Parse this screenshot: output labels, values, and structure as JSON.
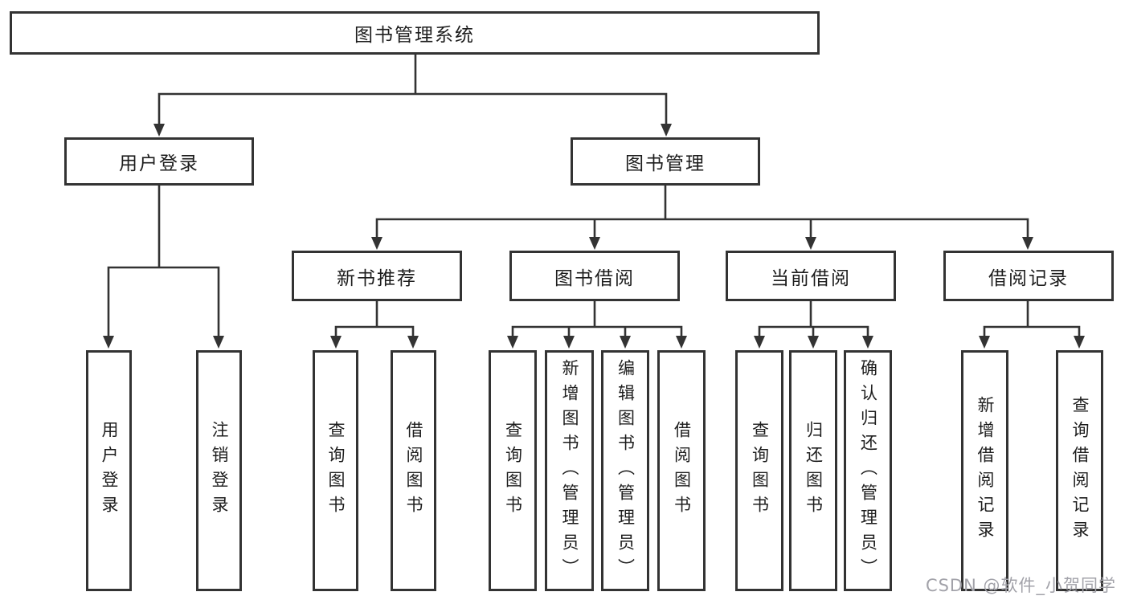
{
  "diagram": {
    "root": "图书管理系统",
    "branches": [
      {
        "label": "用户登录",
        "children": [
          "用户登录",
          "注销登录"
        ]
      },
      {
        "label": "图书管理",
        "groups": [
          {
            "label": "新书推荐",
            "children": [
              "查询图书",
              "借阅图书"
            ]
          },
          {
            "label": "图书借阅",
            "children": [
              "查询图书",
              "新增图书（管理员）",
              "编辑图书（管理员）",
              "借阅图书"
            ]
          },
          {
            "label": "当前借阅",
            "children": [
              "查询图书",
              "归还图书",
              "确认归还（管理员）"
            ]
          },
          {
            "label": "借阅记录",
            "children": [
              "新增借阅记录",
              "查询借阅记录"
            ]
          }
        ]
      }
    ]
  },
  "colors": {
    "line": "#333333",
    "box_border": "#333333",
    "box_fill": "#ffffff",
    "text": "#1d1d1d",
    "watermark": "#a2a2a9"
  },
  "watermark": "CSDN @软件_小贺同学"
}
